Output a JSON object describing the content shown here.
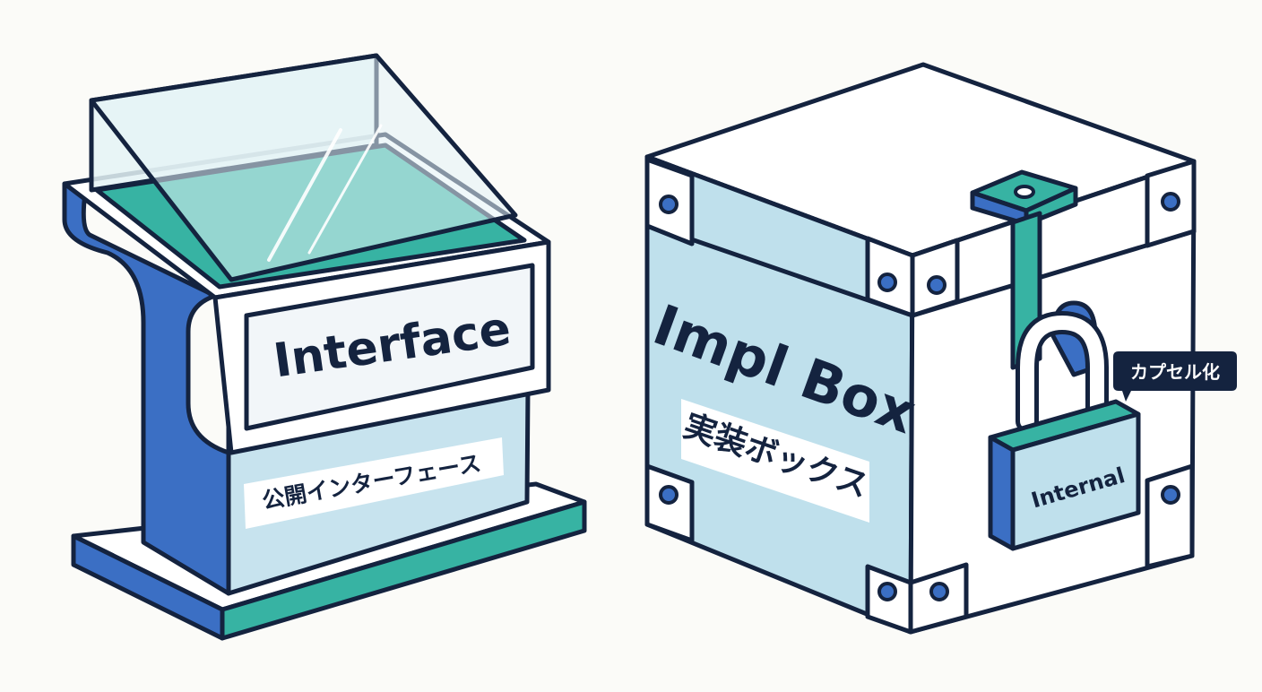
{
  "interface_kiosk": {
    "title": "Interface",
    "subtitle": "公開インターフェース"
  },
  "impl_box": {
    "title": "Impl Box",
    "subtitle": "実装ボックス",
    "lock_label": "Internal",
    "callout": "カプセル化"
  },
  "colors": {
    "outline": "#14233f",
    "blue": "#3b6fc4",
    "teal": "#37b3a3",
    "light_blue": "#bfe0ec",
    "white": "#ffffff",
    "glass": "#dff0f4",
    "background": "#fbfbf8"
  },
  "icons": [
    "padlock-icon",
    "hasp-icon",
    "rivet-icon"
  ]
}
